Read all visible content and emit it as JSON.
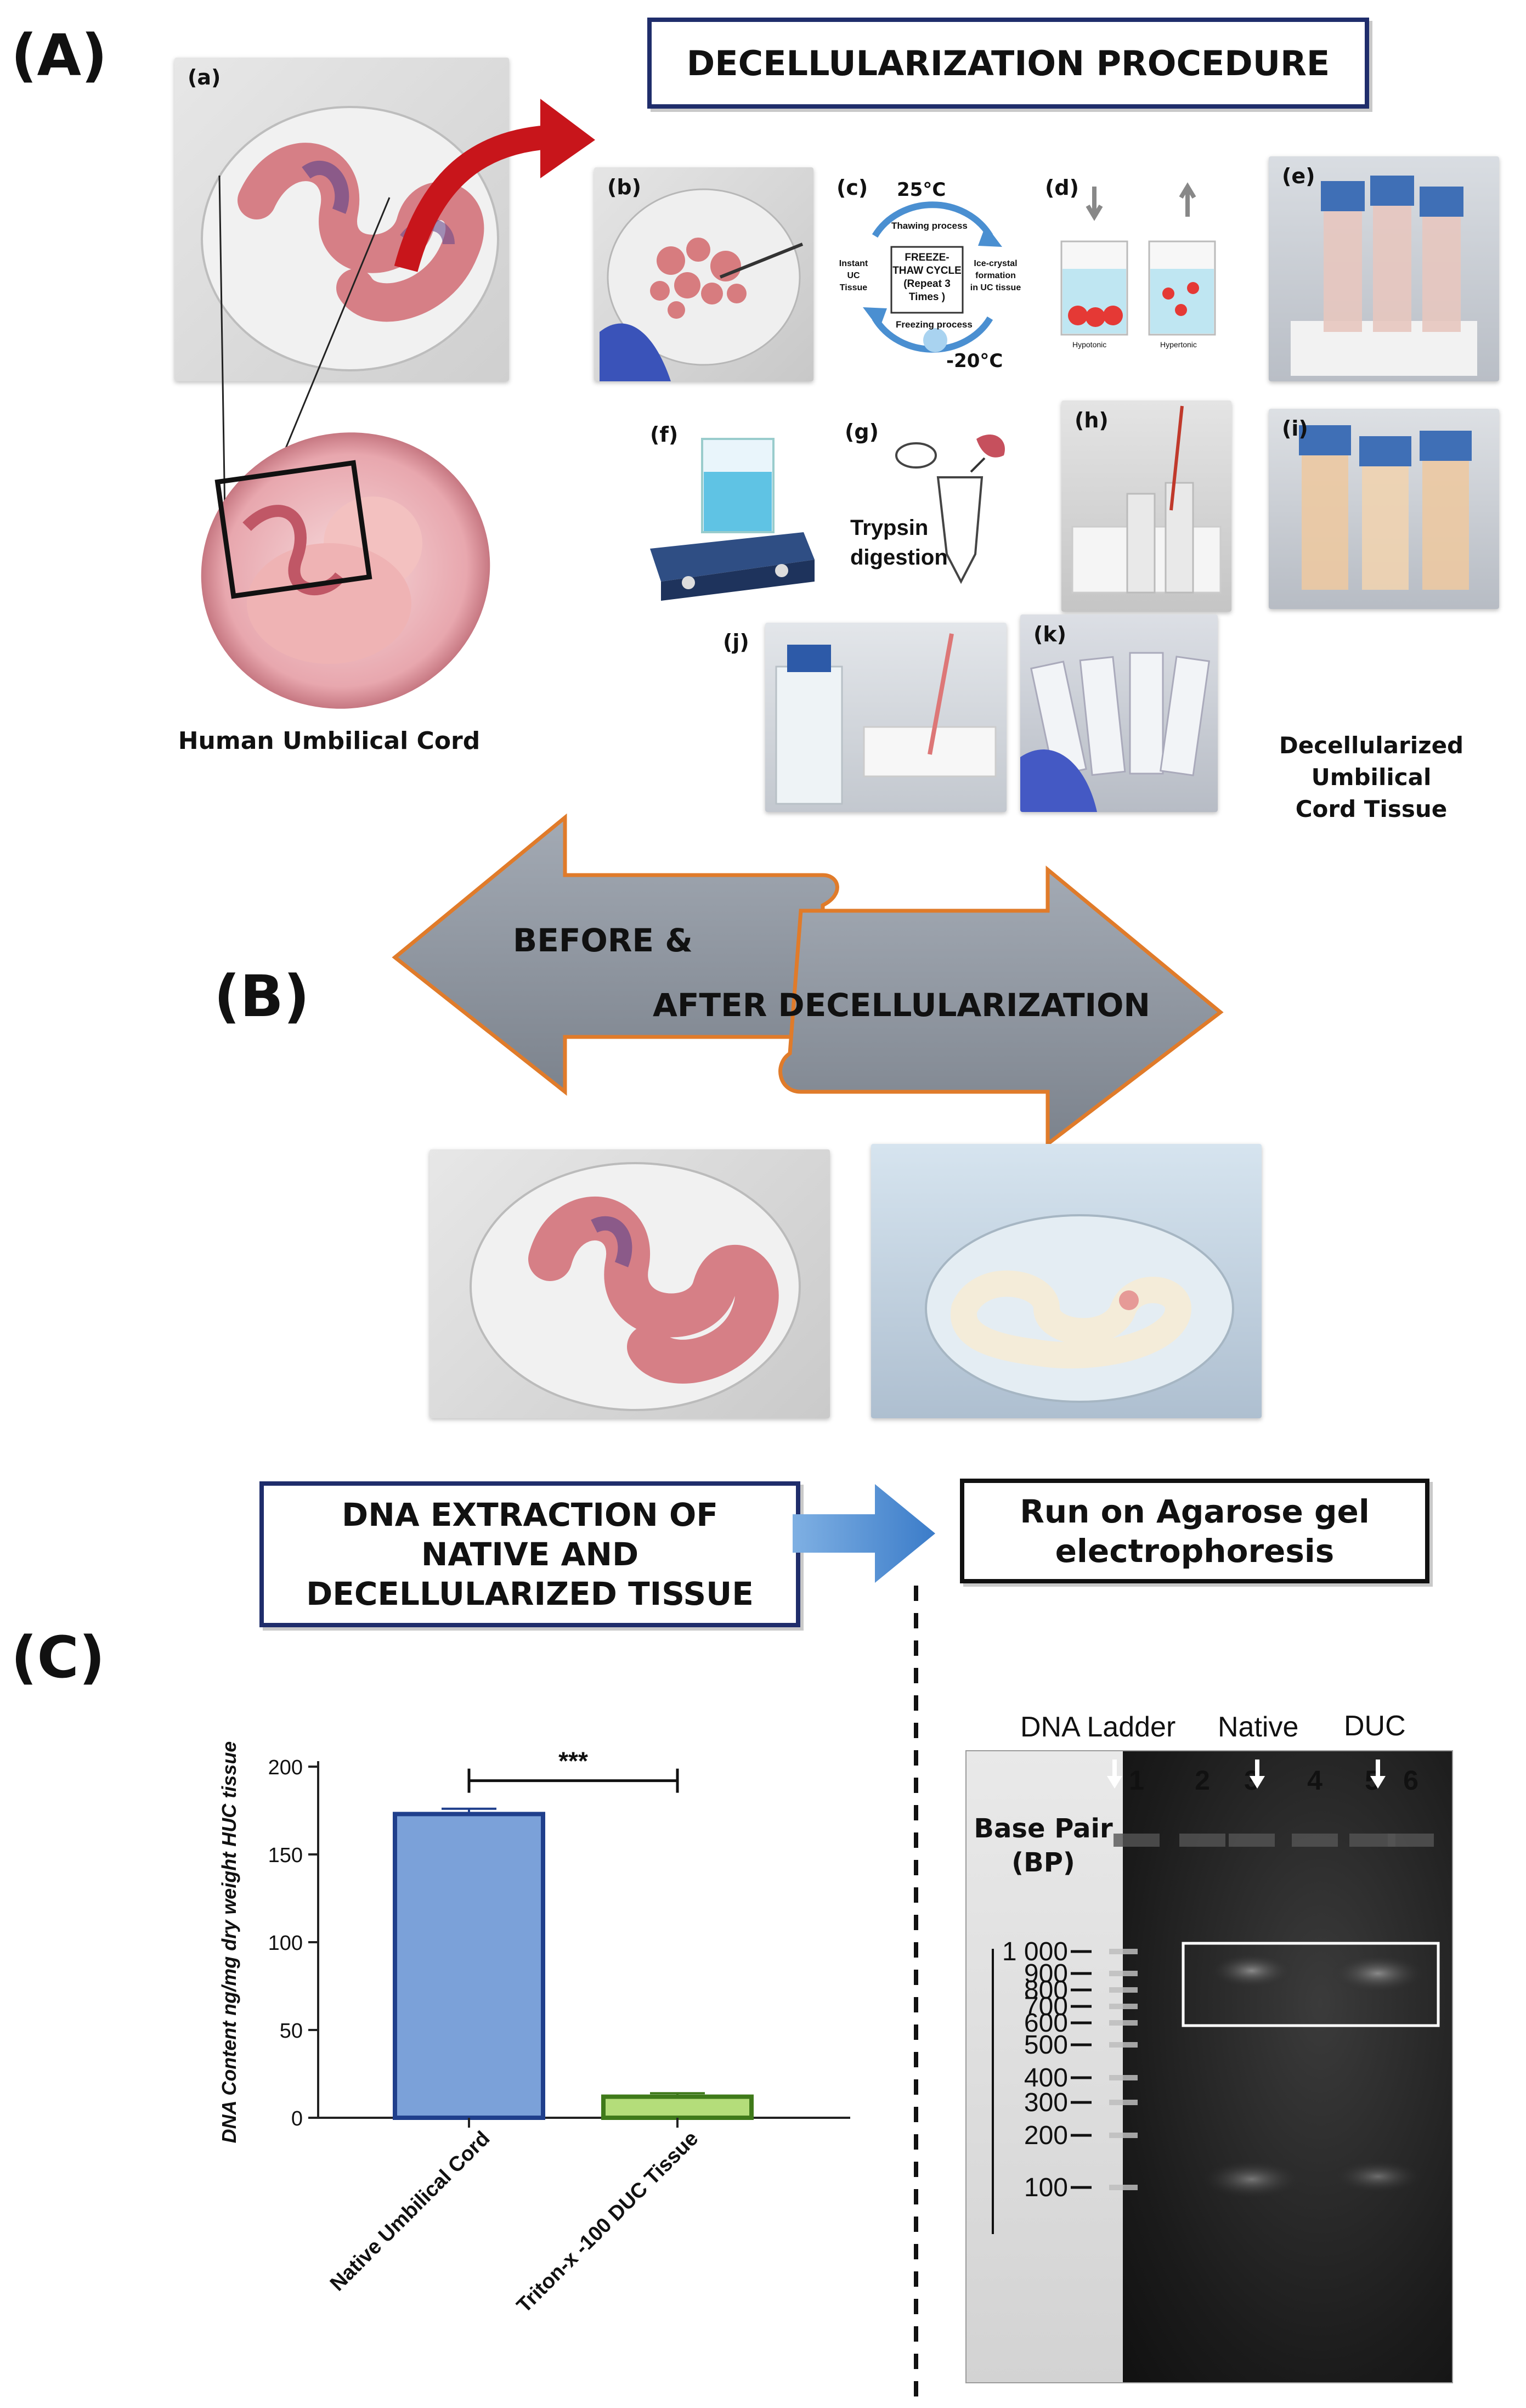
{
  "panels": {
    "A": "(A)",
    "B": "(B)",
    "C": "(C)"
  },
  "procedure_title": "DECELLULARIZATION PROCEDURE",
  "sublabels": {
    "a": "(a)",
    "b": "(b)",
    "c": "(c)",
    "d": "(d)",
    "e": "(e)",
    "f": "(f)",
    "g": "(g)",
    "h": "(h)",
    "i": "(i)",
    "j": "(j)",
    "k": "(k)"
  },
  "human_cord_caption": "Human Umbilical Cord",
  "decell_caption_1": "Decellularized Umbilical",
  "decell_caption_2": "Cord Tissue",
  "freeze_thaw": {
    "temp_top": "25°C",
    "temp_bottom": "-20°C",
    "thawing": "Thawing process",
    "freezing": "Freezing process",
    "center_1": "FREEZE-",
    "center_2": "THAW CYCLE",
    "center_3": "(Repeat 3",
    "center_4": "Times )",
    "left_1": "Instant",
    "left_2": "UC",
    "left_3": "Tissue",
    "right_1": "Ice-crystal",
    "right_2": "formation",
    "right_3": "in UC tissue"
  },
  "osmotic": {
    "hypo": "Hypotonic",
    "hyper": "Hypertonic"
  },
  "trypsin_1": "Trypsin",
  "trypsin_2": "digestion",
  "arrow_before": "BEFORE &",
  "arrow_after": "AFTER DECELLULARIZATION",
  "dna_box": {
    "line1": "DNA EXTRACTION OF",
    "line2": "NATIVE AND",
    "line3": "DECELLULARIZED TISSUE"
  },
  "gel_box": {
    "line1": "Run on Agarose gel",
    "line2": "electrophoresis"
  },
  "chart_data": {
    "type": "bar",
    "categories": [
      "Native Umbilical Cord",
      "Triton-x -100 DUC Tissue"
    ],
    "values": [
      173,
      12
    ],
    "errors": [
      3,
      2
    ],
    "ylabel": "DNA Content ng/mg dry weight HUC tissue",
    "ylim": [
      0,
      200
    ],
    "yticks": [
      0,
      50,
      100,
      150,
      200
    ],
    "significance": "***",
    "colors": {
      "native_fill": "#7ba1d9",
      "native_edge": "#1f3f8c",
      "duc_fill": "#b4dd7a",
      "duc_edge": "#3f7a1a"
    }
  },
  "gel": {
    "top_labels": {
      "ladder": "DNA Ladder",
      "native": "Native",
      "duc": "DUC"
    },
    "base_pair_1": "Base Pair",
    "base_pair_2": "(BP)",
    "lanes": [
      "1",
      "2",
      "3",
      "4",
      "5",
      "6"
    ],
    "bp_marks": [
      "1 000",
      "900",
      "800",
      "700",
      "600",
      "500",
      "400",
      "300",
      "200",
      "100"
    ]
  }
}
